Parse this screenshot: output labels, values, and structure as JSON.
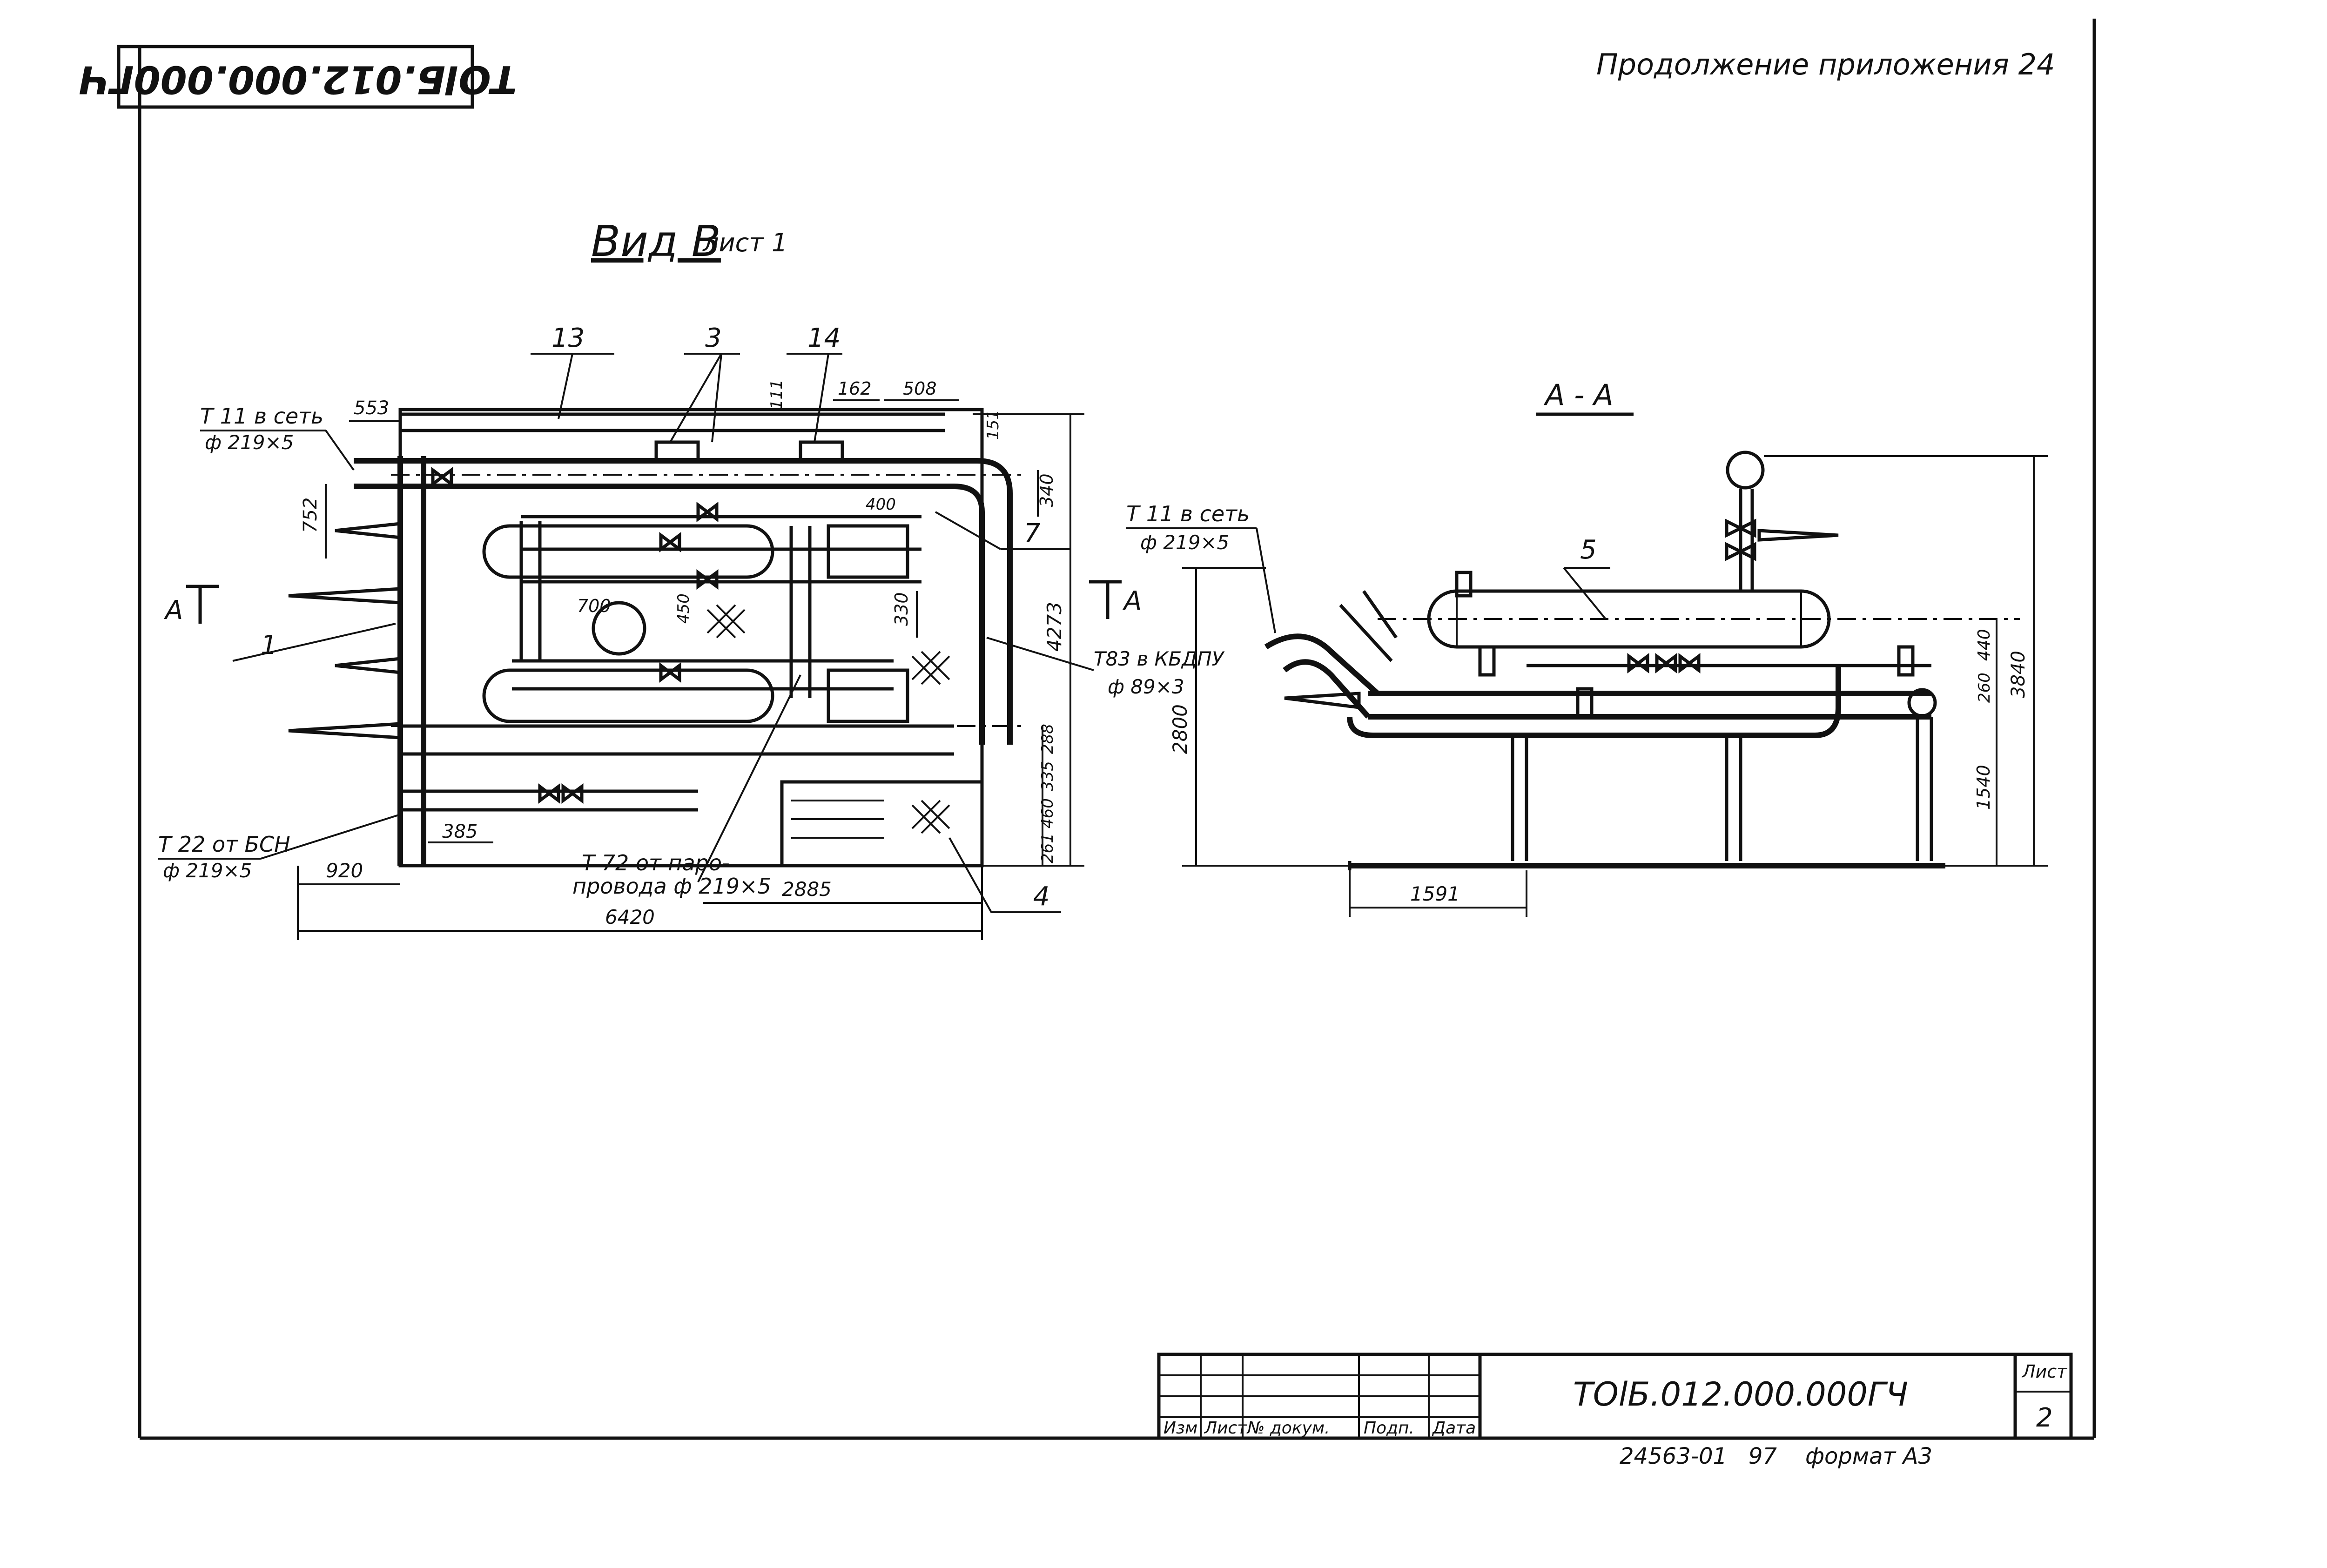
{
  "sheet": {
    "appendix_note": "Продолжение приложения 24",
    "corner_code_rotated": "ТОlБ.012.000.000ГЧ",
    "format_note": "24563-01   97    формат А3"
  },
  "plan_view": {
    "title": "Вид В",
    "subtitle": "лист 1",
    "callouts": [
      "13",
      "3",
      "14",
      "1",
      "7",
      "4"
    ],
    "section_mark": "А",
    "labels": {
      "t11": "Т 11 в сеть",
      "t11_pipe": "ф 219×5",
      "t22": "Т 22 от БСН",
      "t22_pipe": "ф 219×5",
      "t72_line1": "Т 72 от паро-",
      "t72_line2": "провода ф 219×5",
      "t83": "Т83 в КБДПУ",
      "t83_pipe": "ф 89×3"
    },
    "dimensions": {
      "d553": "553",
      "d162": "162",
      "d508": "508",
      "d111": "111",
      "d151": "151",
      "d340": "340",
      "d752": "752",
      "d400": "400",
      "d700": "700",
      "d450": "450",
      "d330": "330",
      "d4273": "4273",
      "d288": "288",
      "d335": "335",
      "d460": "460",
      "d261": "261",
      "d385": "385",
      "d920": "920",
      "d2885": "2885",
      "d6420": "6420"
    }
  },
  "section_view": {
    "title": "А - А",
    "callout": "5",
    "labels": {
      "t11": "Т 11 в сеть",
      "t11_pipe": "ф 219×5"
    },
    "dimensions": {
      "d2800": "2800",
      "d1591": "1591",
      "d440": "440",
      "d260": "260",
      "d3840": "3840",
      "d1540": "1540"
    }
  },
  "title_block": {
    "headers": [
      "Изм",
      "Лист",
      "№ докум.",
      "Подп.",
      "Дата"
    ],
    "document_code": "ТОlБ.012.000.000ГЧ",
    "sheet_label": "Лист",
    "sheet_number": "2"
  }
}
